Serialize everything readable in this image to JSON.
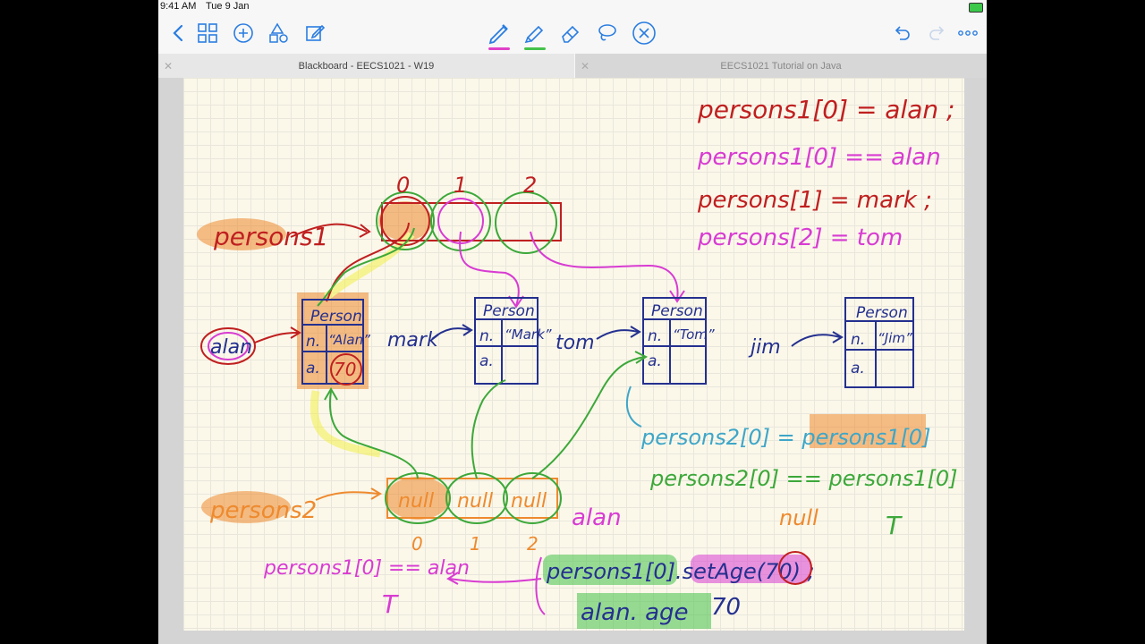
{
  "status": {
    "time": "9:41 AM",
    "date": "Tue 9 Jan"
  },
  "toolbar": {
    "left_icons": [
      "chevron-left-icon",
      "grid-icon",
      "plus-circle-icon",
      "shapes-icon",
      "edit-icon"
    ],
    "center_icons": [
      "pen-icon",
      "highlighter-icon",
      "eraser-icon",
      "lasso-icon",
      "close-circle-icon"
    ],
    "right_icons": [
      "undo-icon",
      "redo-icon",
      "more-icon"
    ],
    "pen_color": "#e040c8",
    "highlighter_color": "#45c24a"
  },
  "tabs": [
    {
      "label": "Blackboard - EECS1021 - W19",
      "active": true
    },
    {
      "label": "EECS1021 Tutorial on Java",
      "active": false
    }
  ],
  "note": {
    "colors": {
      "red": "#c01f1f",
      "magenta": "#d83cd2",
      "green": "#3da83a",
      "blue": "#24308f",
      "orange": "#ee8a2e",
      "cyan": "#3fa6c8",
      "yellow": "#f3ef4c"
    },
    "array_indices": [
      "0",
      "1",
      "2"
    ],
    "label_persons": "persons1",
    "label_persons2": "persons2",
    "objects": [
      {
        "ref": "alan",
        "title": "Person",
        "name_label": "n.",
        "name_value": "“Alan”",
        "age_label": "a.",
        "age_value": "70"
      },
      {
        "ref": "mark",
        "title": "Person",
        "name_label": "n.",
        "name_value": "“Mark”",
        "age_label": "a.",
        "age_value": ""
      },
      {
        "ref": "tom",
        "title": "Person",
        "name_label": "n.",
        "name_value": "“Tom”",
        "age_label": "a.",
        "age_value": ""
      },
      {
        "ref": "jim",
        "title": "Person",
        "name_label": "n.",
        "name_value": "“Jim”",
        "age_label": "a.",
        "age_value": ""
      }
    ],
    "null_cells": [
      "null",
      "null",
      "null"
    ],
    "code_lines": [
      "persons1[0] = alan ;",
      "persons1[0] == alan",
      "persons[1] = mark ;",
      "persons[2] = tom",
      "persons2[0] = persons1[0]",
      "persons2[0] == persons1[0]",
      "null",
      "T",
      "alan",
      "persons1[0].setAge(70) ;",
      "alan. age",
      "70",
      "persons1[0] == alan",
      "T"
    ]
  }
}
